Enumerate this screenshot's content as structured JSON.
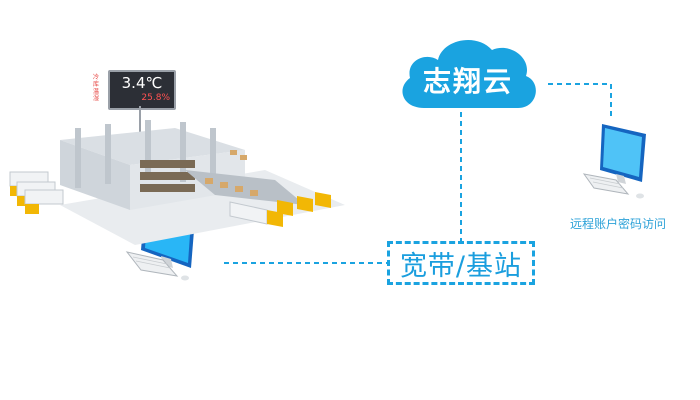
{
  "cloud": {
    "label": "志翔云",
    "color": "#1aa3e0"
  },
  "network": {
    "label": "宽带/基站",
    "color": "#1aa3e0"
  },
  "remote": {
    "label": "远程账户密码访问"
  },
  "display": {
    "temperature": "3.4℃",
    "humidity": "25.8%",
    "side_text": "冷库温湿"
  },
  "colors": {
    "dash": "#1aa3e0",
    "truck": "#f2b705",
    "monitor": "#1976d2"
  }
}
